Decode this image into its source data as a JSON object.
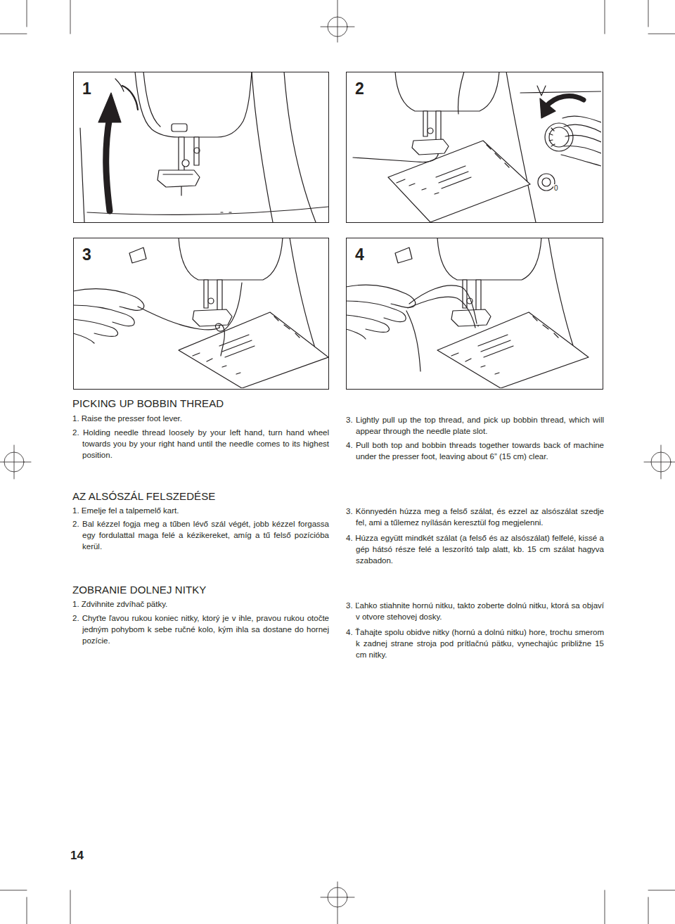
{
  "diagram": {
    "nodes": [
      {
        "text": [
          "1"
        ]
      },
      {
        "text": [
          "2"
        ]
      },
      {
        "text": [
          "3"
        ]
      },
      {
        "text": [
          "4"
        ]
      }
    ],
    "labels": [
      "PICKING UP BOBBIN THREAD",
      "1. Raise the presser foot lever.",
      "2. Holding needle thread loosely by your left hand, turn hand wheel towards you by your right hand until the needle comes to its highest position.",
      "3. Lightly pull up the top thread, and pick up bobbin thread, which will appear through the needle plate slot.",
      "4. Pull both top and bobbin threads together towards back of machine under the presser foot, leaving about 6” (15 cm) clear.",
      "AZ ALSÓSZÁL FELSZEDÉSE",
      "1. Emelje fel a talpemelő kart.",
      "2. Bal kézzel fogja meg a tűben lévő szál végét, jobb kézzel forgassa egy fordulattal maga felé a kézikereket, amíg a tű felső pozícióba kerül.",
      "3. Könnyedén húzza meg a felső szálat, és ezzel az alsószálat szedje fel, ami a tűlemez nyílásán keresztül fog megjelenni.",
      "4. Húzza együtt mindkét szálat (a felső és az alsószálat) felfelé, kissé a gép hátsó része felé a leszorító talp alatt, kb. 15 cm szálat hagyva szabadon.",
      "ZOBRANIE DOLNEJ NITKY",
      "1. Zdvihnite zdvíhač pätky.",
      "2. Chyťte ľavou rukou koniec nitky, ktorý je v ihle, pravou rukou otočte jedným pohybom k sebe ručné kolo, kým ihla sa dostane do hornej pozície.",
      "3. Ľahko stiahnite hornú nitku, takto zoberte dolnú nitku, ktorá sa objaví v otvore stehovej dosky.",
      "4. Ťahajte spolu obidve nitky (hornú a dolnú nitku) hore, trochu smerom k zadnej strane stroja pod prítlačnú pätku, vynechajúc približne 15 cm nitky.",
      "14",
      "0"
    ]
  }
}
